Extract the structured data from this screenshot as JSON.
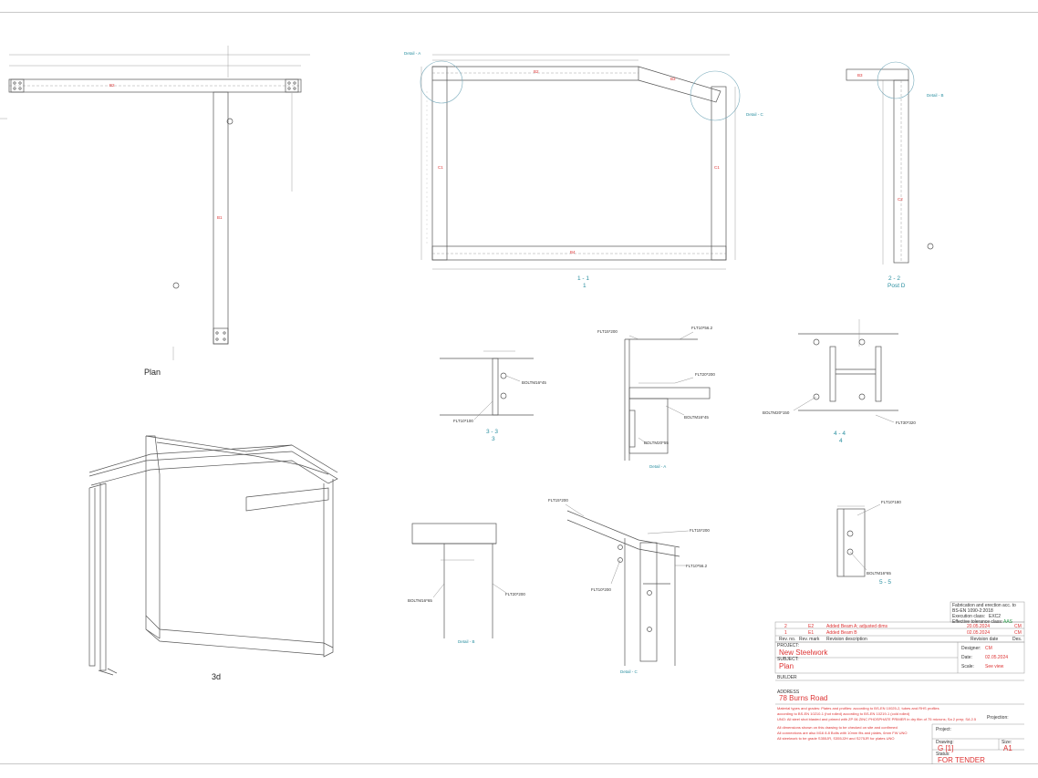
{
  "views": {
    "plan": "Plan",
    "iso": "3d",
    "sec11_a": "1 - 1",
    "sec11_b": "1",
    "sec22_a": "2 - 2",
    "sec22_b": "Post D",
    "sec33_a": "3 - 3",
    "sec33_b": "3",
    "sec44_a": "4 - 4",
    "sec44_b": "4",
    "sec55": "5 - 5",
    "detailA": "Detail - A",
    "detailB": "Detail - B",
    "detailC": "Detail - C"
  },
  "callouts": {
    "detailA": "Detail - A",
    "detailB": "Detail - B",
    "detailC": "Detail - C"
  },
  "labels": {
    "bolt1": "BOLTM16*45",
    "flt1": "FLT10*100",
    "flt2": "FLT15*200",
    "flt3": "FLT10*56.2",
    "flt4": "FLT20*200",
    "bolt2": "BOLTM16*45",
    "bolt3": "BOLTM20*55",
    "bolt4": "BOLTM20*150",
    "flt5": "FLT30*320",
    "flt6": "FLT15*200",
    "flt7": "FLT15*200",
    "flt8": "FLT10*56.2",
    "flt9": "FLT10*200",
    "flt10": "FLT10*180",
    "bolt5": "BOLTM16*65",
    "bolt6": "BOLTM16*65",
    "flt11": "FLT20*200"
  },
  "titleblock": {
    "fabrication": "Fabrication and erection acc. to",
    "fabrication2": "BS-EN 1090-2:2018",
    "exec_class_label": "Execution class:",
    "exec_class": "EXC2",
    "tolerance_label": "Effective tolerance class:",
    "tolerance": "AAS",
    "rev2_no": "2",
    "rev2_mark": "E2",
    "rev2_text": "Added Beam A; adjusted dims",
    "rev2_date": "20.05.2024",
    "rev2_by": "CM",
    "rev1_no": "1",
    "rev1_mark": "E1",
    "rev1_text": "Added Beam B",
    "rev1_date": "02.05.2024",
    "rev1_by": "CM",
    "rev_hdr_no": "Rev. no.",
    "rev_hdr_mark": "Rev. mark",
    "rev_hdr_desc": "Revision description",
    "rev_hdr_date": "Revision date",
    "rev_hdr_des": "Des.",
    "project_label": "PROJECT:",
    "project": "New Steelwork",
    "subject_label": "SUBJECT:",
    "subject": "Plan",
    "designer_label": "Designer:",
    "designer": "CM",
    "date_label": "Date:",
    "date": "02.05.2024",
    "scale_label": "Scale:",
    "scale": "See view",
    "builder_label": "BUILDER",
    "address_label": "ADDRESS",
    "address": "78 Burns Road",
    "note1": "Material types and grades: Plates and profiles: according to BS-EN 10025-2, tubes and RHS profiles",
    "note2": "according to BS-EN 10210-1 (hot rolled) according to BS-EN 10219-1 (cold rolled)",
    "note3": "UNO: All steel shot blasted and primed with ZP 06 ZINC PHOSPHATE PRIMER in dry film of 75 microns; Sa 2 prep; SA 2.5",
    "note4": "All dimensions shown on this drawing to be checked on site and confirmed",
    "note5": "All connections are also M16 8.8 Bolts with 10mm fits and plates, 6mm FW UNO",
    "note6": "All steelwork to be grade S355JR, S355J2H and S275JR for plates UNO",
    "projection_label": "Projection:",
    "project_no_label": "Project:",
    "drawing_label": "Drawing:",
    "drawing": "G  [1]",
    "size_label": "Size:",
    "size": "A1",
    "status_label": "Status:",
    "status": "FOR TENDER"
  }
}
